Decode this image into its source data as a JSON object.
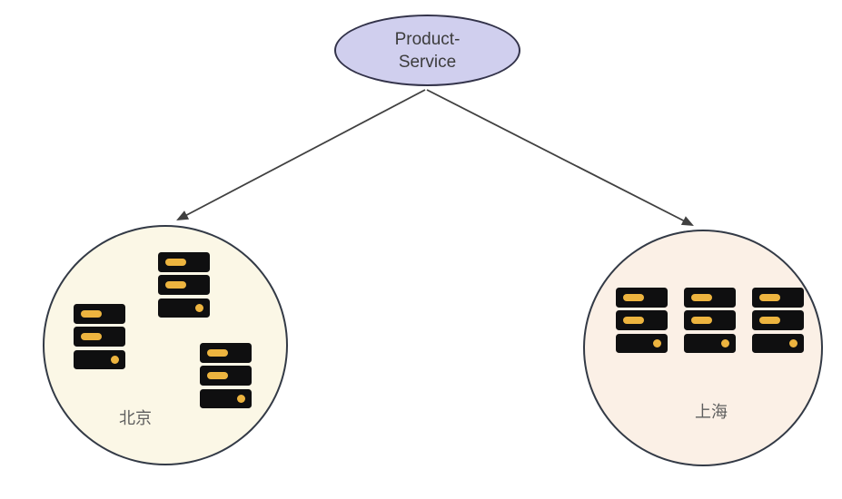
{
  "diagram": {
    "root": {
      "id": "product-service",
      "label": "Product-Service",
      "label_lines": [
        "Product-",
        "Service"
      ],
      "shape": "ellipse",
      "fill": "#d0cfee",
      "stroke": "#33334a"
    },
    "edges": [
      {
        "from": "Product-Service",
        "to": "北京",
        "style": "arrow"
      },
      {
        "from": "Product-Service",
        "to": "上海",
        "style": "arrow"
      }
    ],
    "regions": [
      {
        "id": "beijing",
        "label": "北京",
        "shape": "circle",
        "fill": "#fbf7e6",
        "stroke": "#333a46",
        "server_count": 3,
        "server_layout": "scattered"
      },
      {
        "id": "shanghai",
        "label": "上海",
        "shape": "circle",
        "fill": "#fbf0e6",
        "stroke": "#333a46",
        "server_count": 3,
        "server_layout": "row"
      }
    ],
    "colors": {
      "server_body": "#0f0f10",
      "server_accent": "#edb43f",
      "region_label_text": "#5e5e5e",
      "node_text": "#3c3c3c",
      "arrow": "#404040",
      "background": "#ffffff"
    }
  }
}
